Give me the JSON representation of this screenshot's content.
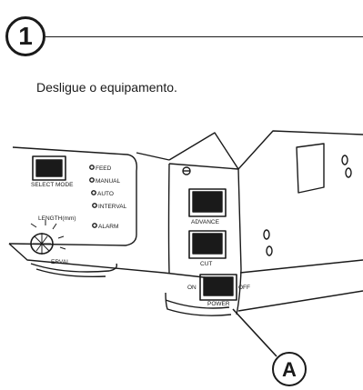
{
  "step": {
    "number": "1"
  },
  "instruction": "Desligue o equipamento.",
  "device": {
    "select_mode_label": "SELECT MODE",
    "indicators": [
      "FEED",
      "MANUAL",
      "AUTO",
      "INTERVAL",
      "ALARM"
    ],
    "length_label": "LENGTH(mm)",
    "interval_label": "ERVAL",
    "advance_label": "ADVANCE",
    "cut_label": "CUT",
    "power_on_label": "ON",
    "power_off_label": "OFF",
    "power_label": "POWER"
  },
  "callout": {
    "label": "A"
  }
}
